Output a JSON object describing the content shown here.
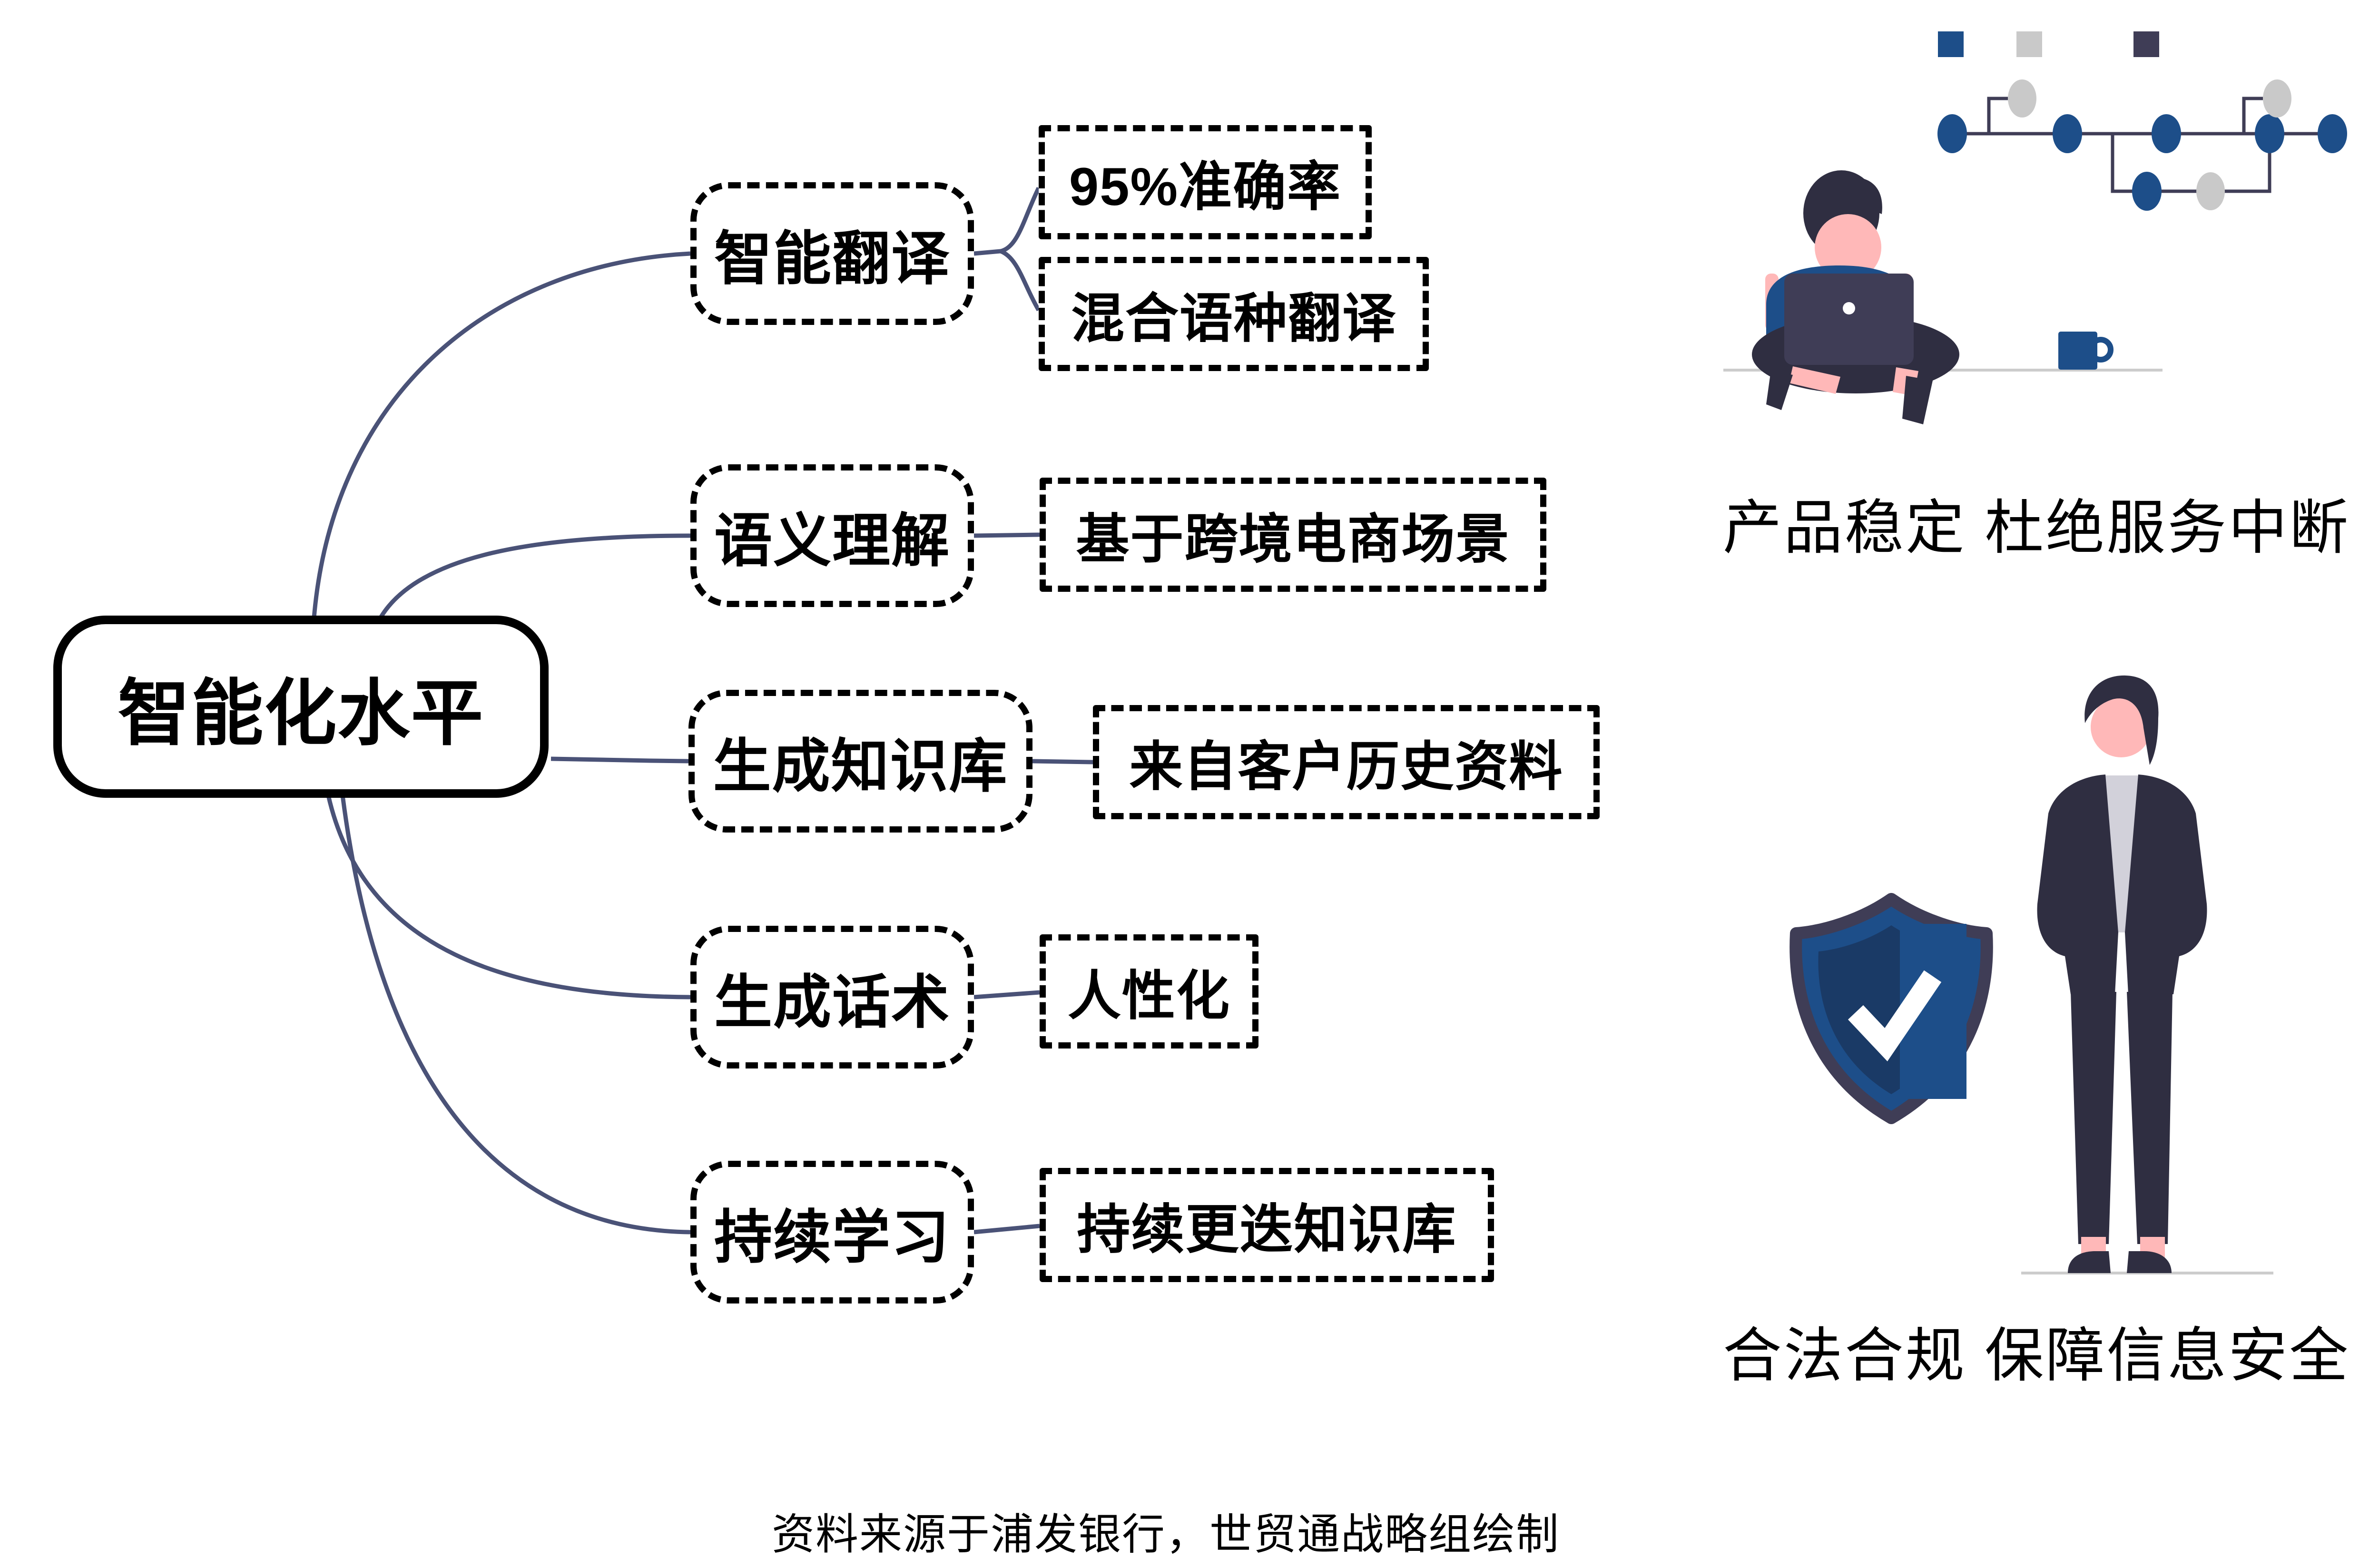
{
  "colors": {
    "line": "#4a5277",
    "blue": "#1d4e89",
    "gray": "#c9c9c9",
    "slate": "#3f3d56",
    "navy": "#2f2e41",
    "skin": "#ffb8b8",
    "shirtgray": "#d2d1da",
    "ground": "#cccccc",
    "shieldinner": "#1a3a66"
  },
  "root": {
    "label": "智能化水平"
  },
  "branches": [
    {
      "label": "智能翻译",
      "children": [
        "95%准确率",
        "混合语种翻译"
      ]
    },
    {
      "label": "语义理解",
      "children": [
        "基于跨境电商场景"
      ]
    },
    {
      "label": "生成知识库",
      "children": [
        "来自客户历史资料"
      ]
    },
    {
      "label": "生成话术",
      "children": [
        "人性化"
      ]
    },
    {
      "label": "持续学习",
      "children": [
        "持续更迭知识库"
      ]
    }
  ],
  "captions": {
    "stability": "产品稳定 杜绝服务中断",
    "compliance": "合法合规 保障信息安全",
    "source": "资料来源于浦发银行，世贸通战略组绘制"
  },
  "icons": {
    "network": "network-nodes-icon",
    "shield": "shield-check-icon"
  }
}
